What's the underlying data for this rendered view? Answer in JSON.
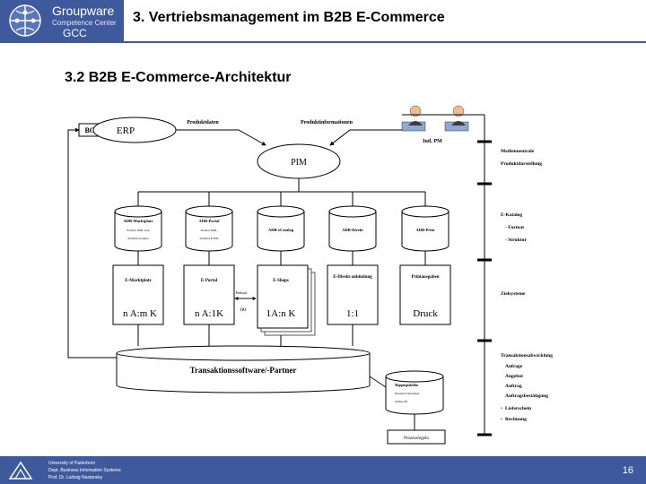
{
  "header": {
    "logo_name": "Groupware",
    "logo_subtitle": "Competence Center",
    "logo_short": "GCC",
    "title": "3. Vertriebsmanagement im B2B E-Commerce"
  },
  "subtitle": "3.2 B2B E-Commerce-Architektur",
  "diagram": {
    "bc": "BC",
    "erp": "ERP",
    "produktdaten": "Produktdaten",
    "produktinformationen": "Produktinformationen",
    "intl_pm": "Intl. PM",
    "pim": "PIM",
    "medienneutrale": "Medienneutrale",
    "produktdarstellung": "Produktdarstellung",
    "e_katalog": "E-Katalog",
    "format": "- Format",
    "struktur": "- Struktur",
    "zielsysteme": "Zielsysteme",
    "cylinders": [
      {
        "title": "ADB-Marktplatz",
        "line1": "Format XML-Kat",
        "line2": "Struktur eCl@ss"
      },
      {
        "title": "ADB-Portal",
        "line1": "Format XML",
        "line2": "Struktur ETIM"
      },
      {
        "title": "ADB-eCatalog",
        "line1": "",
        "line2": ""
      },
      {
        "title": "ADB-Direkt",
        "line1": "",
        "line2": ""
      },
      {
        "title": "ADB-Print",
        "line1": "",
        "line2": ""
      }
    ],
    "targets": [
      {
        "label": "E-Marktplatz",
        "code": "n A:m K"
      },
      {
        "label": "E-Portal",
        "code": "n A:1K"
      },
      {
        "label": "E-Shops",
        "code": "1A:n K"
      },
      {
        "label": "E-Direkt-anbindung",
        "code": "1:1"
      },
      {
        "label": "Printausgaben",
        "code": "Druck"
      }
    ],
    "einkauf": "Einkauf",
    "transaktion": "Transaktionssoftware/-Partner",
    "mapping_line1": "Mappingtabellen",
    "mapping_line2": "Kunden/Lieferanten",
    "mapping_line3": "Artikel-Nr.",
    "trans_title": "Transaktionsabwicklung",
    "trans_items": [
      "Anfrage",
      "Angebot",
      "Auftrag",
      "Auftragsbestätigung",
      "Lieferschein",
      "Rechnung"
    ],
    "prozessregeln": "Prozessregeln"
  },
  "footer": {
    "line1": "University of Paderborn",
    "line2": "Dept. Business Information Systems",
    "line3": "Prof. Dr. Ludwig Nastansky",
    "page": "16"
  },
  "colors": {
    "brand": "#3f5a9c"
  }
}
